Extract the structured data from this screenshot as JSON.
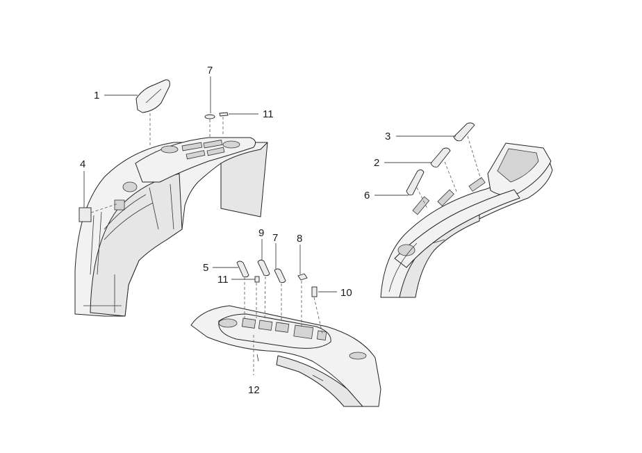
{
  "diagram": {
    "callouts": [
      {
        "id": "c1",
        "text": "1"
      },
      {
        "id": "c7a",
        "text": "7"
      },
      {
        "id": "c11a",
        "text": "11"
      },
      {
        "id": "c4",
        "text": "4"
      },
      {
        "id": "c3",
        "text": "3"
      },
      {
        "id": "c2",
        "text": "2"
      },
      {
        "id": "c6",
        "text": "6"
      },
      {
        "id": "c9",
        "text": "9"
      },
      {
        "id": "c7b",
        "text": "7"
      },
      {
        "id": "c8",
        "text": "8"
      },
      {
        "id": "c5",
        "text": "5"
      },
      {
        "id": "c11b",
        "text": "11"
      },
      {
        "id": "c10",
        "text": "10"
      },
      {
        "id": "c12",
        "text": "12"
      }
    ]
  }
}
